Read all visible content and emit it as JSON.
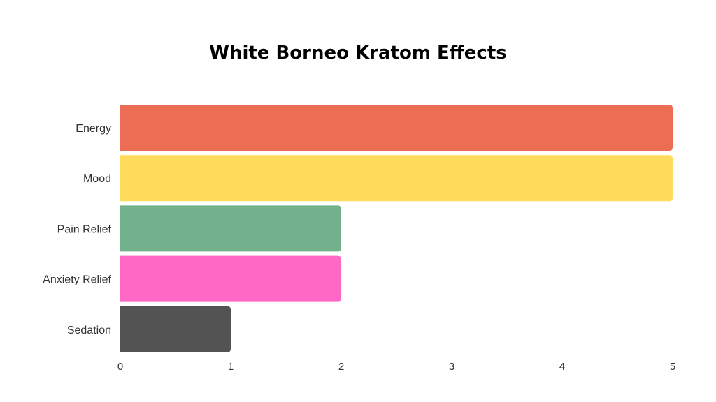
{
  "chart_data": {
    "type": "bar",
    "orientation": "horizontal",
    "title": "White Borneo Kratom Effects",
    "xlabel": "",
    "ylabel": "",
    "categories": [
      "Energy",
      "Mood",
      "Pain Relief",
      "Anxiety Relief",
      "Sedation"
    ],
    "values": [
      5,
      5,
      2,
      2,
      1
    ],
    "colors": [
      "#ec6c54",
      "#fedb5a",
      "#71b28d",
      "#ff68c5",
      "#535353"
    ],
    "xlim": [
      0,
      5
    ],
    "xticks": [
      "0",
      "1",
      "2",
      "3",
      "4",
      "5"
    ],
    "grid": false,
    "legend": "none"
  }
}
